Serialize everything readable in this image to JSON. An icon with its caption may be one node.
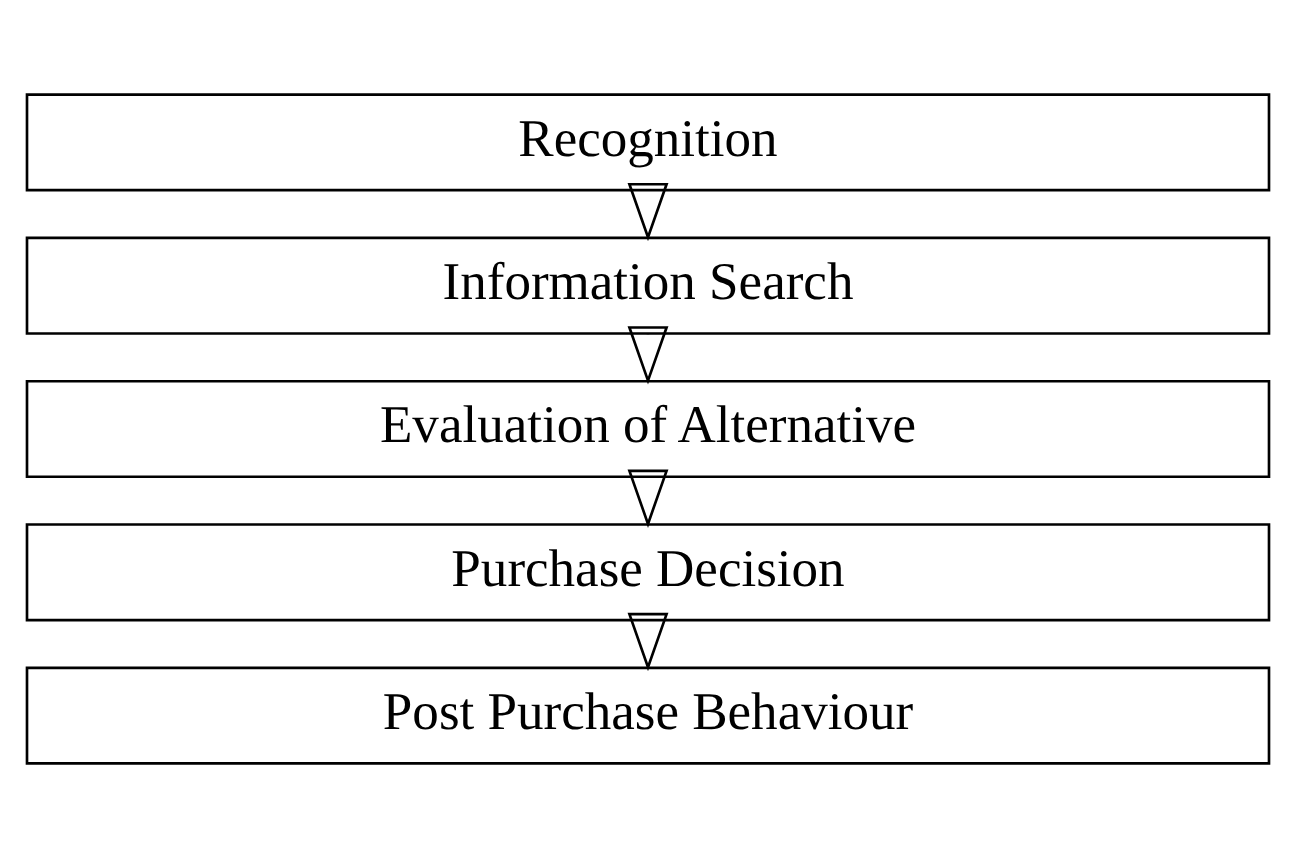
{
  "diagram": {
    "nodes": [
      {
        "text": [
          "Recognition"
        ]
      },
      {
        "text": [
          "Information Search"
        ]
      },
      {
        "text": [
          "Evaluation of Alternative"
        ]
      },
      {
        "text": [
          "Purchase Decision"
        ]
      },
      {
        "text": [
          "Post Purchase Behaviour"
        ]
      }
    ],
    "edges": [
      {
        "from": 0,
        "to": 1,
        "arrow": "to"
      },
      {
        "from": 1,
        "to": 2,
        "arrow": "to"
      },
      {
        "from": 2,
        "to": 3,
        "arrow": "to"
      },
      {
        "from": 3,
        "to": 4,
        "arrow": "to"
      }
    ]
  }
}
